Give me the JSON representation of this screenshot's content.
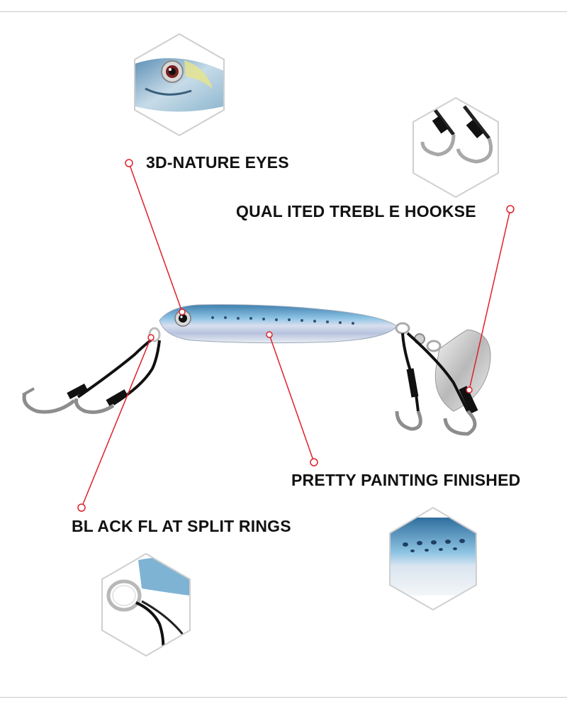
{
  "colors": {
    "accent_line": "#e0202a",
    "label_text": "#111111",
    "hex_border": "#cfcfcf",
    "lure_blue": "#6fa8cf",
    "lure_silver": "#dfe6ee"
  },
  "labels": {
    "eyes": "3D-NATURE EYES",
    "hooks": "QUAL ITED TREBL E HOOKSE",
    "painting": "PRETTY PAINTING FINISHED",
    "rings": "BL ACK FL AT SPLIT RINGS"
  },
  "icons": [
    "hexagon-eye-closeup",
    "hexagon-hooks-closeup",
    "hexagon-paint-closeup",
    "hexagon-split-ring-closeup",
    "fishing-jig-lure"
  ]
}
